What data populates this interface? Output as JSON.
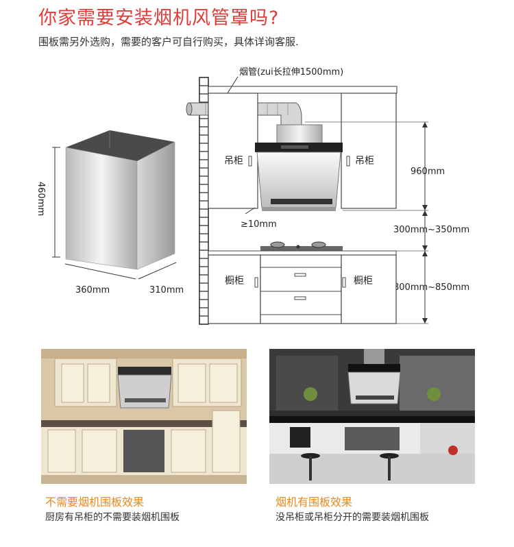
{
  "header": {
    "title": "你家需要安装烟机风管罩吗?",
    "subtitle": "围板需另外选购，需要的客户可自行购买，具体详询客服."
  },
  "diagram": {
    "panel_height_label": "460mm",
    "panel_width_label": "360mm",
    "panel_depth_label": "310mm",
    "duct_label": "烟管(zui长拉伸1500mm)",
    "wall_cabinet_left": "吊柜",
    "wall_cabinet_right": "吊柜",
    "hood_height_label": "960mm",
    "gap_label": "≥10mm",
    "hood_to_stove_label": "300mm~350mm",
    "base_cabinet_left": "橱柜",
    "base_cabinet_right": "橱柜",
    "base_height_label": "800mm~850mm"
  },
  "photos": [
    {
      "caption_title": "不需要烟机围板效果",
      "caption_text": "厨房有吊柜的不需要装烟机围板"
    },
    {
      "caption_title": "烟机有围板效果",
      "caption_text": "没吊柜或吊柜分开的需要装烟机围板"
    }
  ],
  "colors": {
    "title": "#e23a36",
    "caption_title": "#e8891c"
  }
}
